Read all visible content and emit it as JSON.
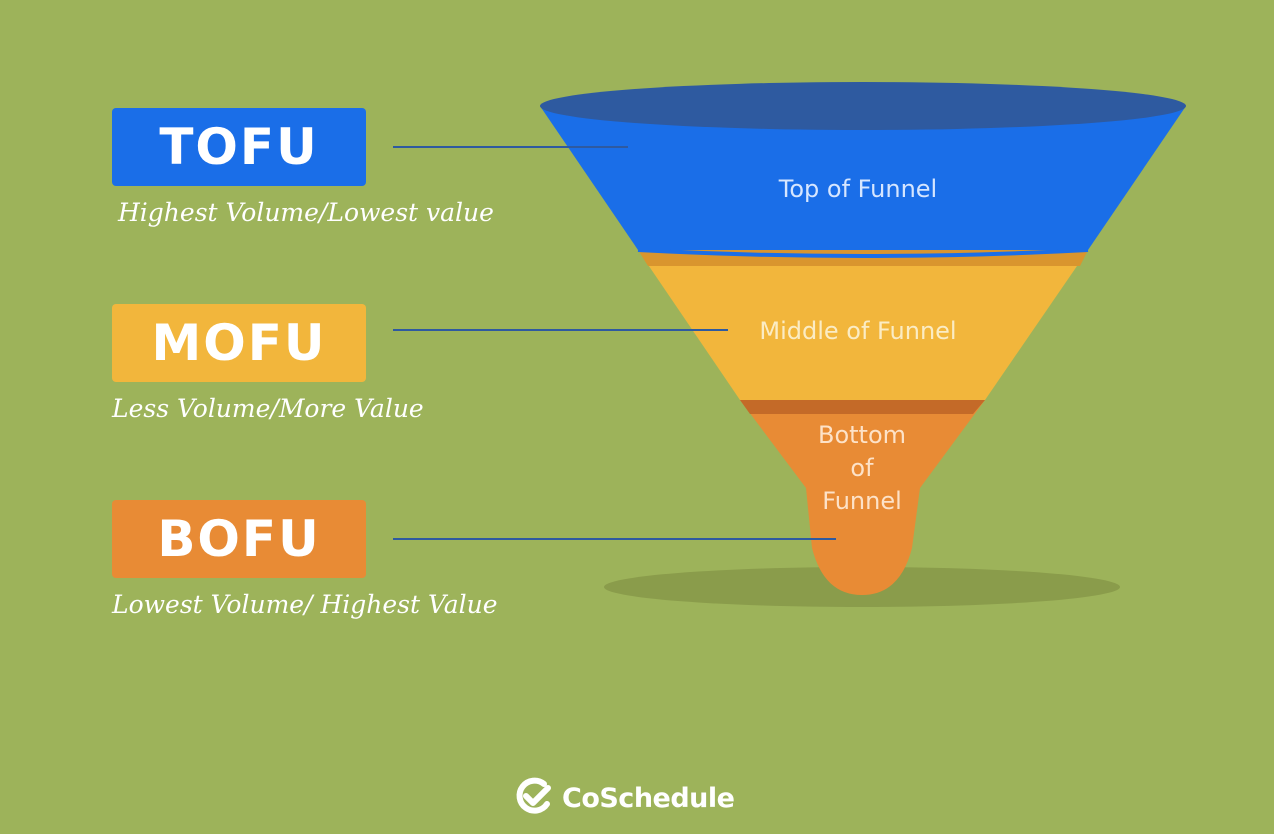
{
  "stages": [
    {
      "badge": "TOFU",
      "description": "Highest Volume/Lowest value",
      "funnel_label": "Top of Funnel",
      "color": "#1a6ee8"
    },
    {
      "badge": "MOFU",
      "description": "Less Volume/More Value",
      "funnel_label": "Middle of Funnel",
      "color": "#f2b63c"
    },
    {
      "badge": "BOFU",
      "description": "Lowest Volume/ Highest Value",
      "funnel_label_lines": [
        "Bottom",
        "of",
        "Funnel"
      ],
      "color": "#e88b35"
    }
  ],
  "brand": {
    "name": "CoSchedule",
    "icon": "coschedule-check-icon"
  },
  "colors": {
    "background": "#9db35a",
    "funnel_rim": "#2e5aa0"
  }
}
